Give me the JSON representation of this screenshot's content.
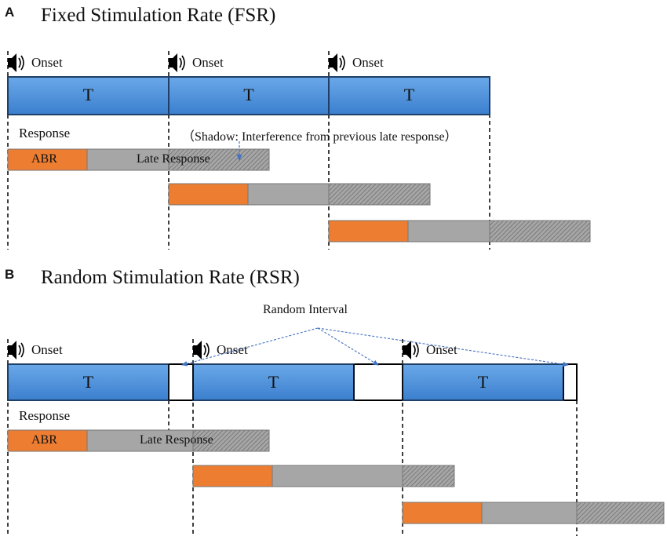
{
  "panel_a": {
    "letter": "A",
    "title": "Fixed Stimulation Rate (FSR)",
    "onset_label": "Onset",
    "t_label": "T",
    "response_label": "Response",
    "abr_label": "ABR",
    "late_response_label": "Late Response",
    "shadow_note": "（Shadow: Interference from previous late response）"
  },
  "panel_b": {
    "letter": "B",
    "title": "Random Stimulation Rate (RSR)",
    "onset_label": "Onset",
    "t_label": "T",
    "response_label": "Response",
    "abr_label": "ABR",
    "late_response_label": "Late Response",
    "random_interval_label": "Random Interval"
  },
  "colors": {
    "stimulus_blue": "#4a8fd8",
    "stimulus_border": "#1f3f66",
    "abr_orange": "#ed7d31",
    "late_gray": "#a6a6a6",
    "shadow_hatch": "#7f7f7f",
    "arrow_blue": "#4472c4"
  },
  "icons": [
    "speaker-icon"
  ]
}
